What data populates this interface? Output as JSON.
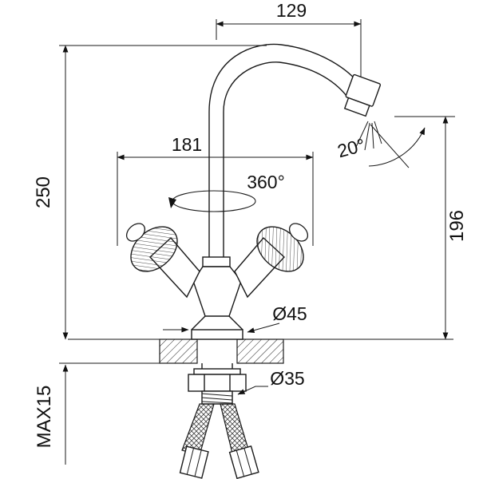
{
  "page": {
    "background_color": "#ffffff",
    "line_color": "#1a1a1a"
  },
  "drawing": {
    "type": "faucet-installation-dimension-diagram",
    "labels": {
      "spout_reach": "129",
      "overall_height": "250",
      "handle_span": "181",
      "swivel_range": "360°",
      "spout_tilt": "20°",
      "spout_height": "196",
      "body_diameter": "Ø45",
      "shank_diameter": "Ø35",
      "max_deck_thickness": "MAX15"
    }
  }
}
